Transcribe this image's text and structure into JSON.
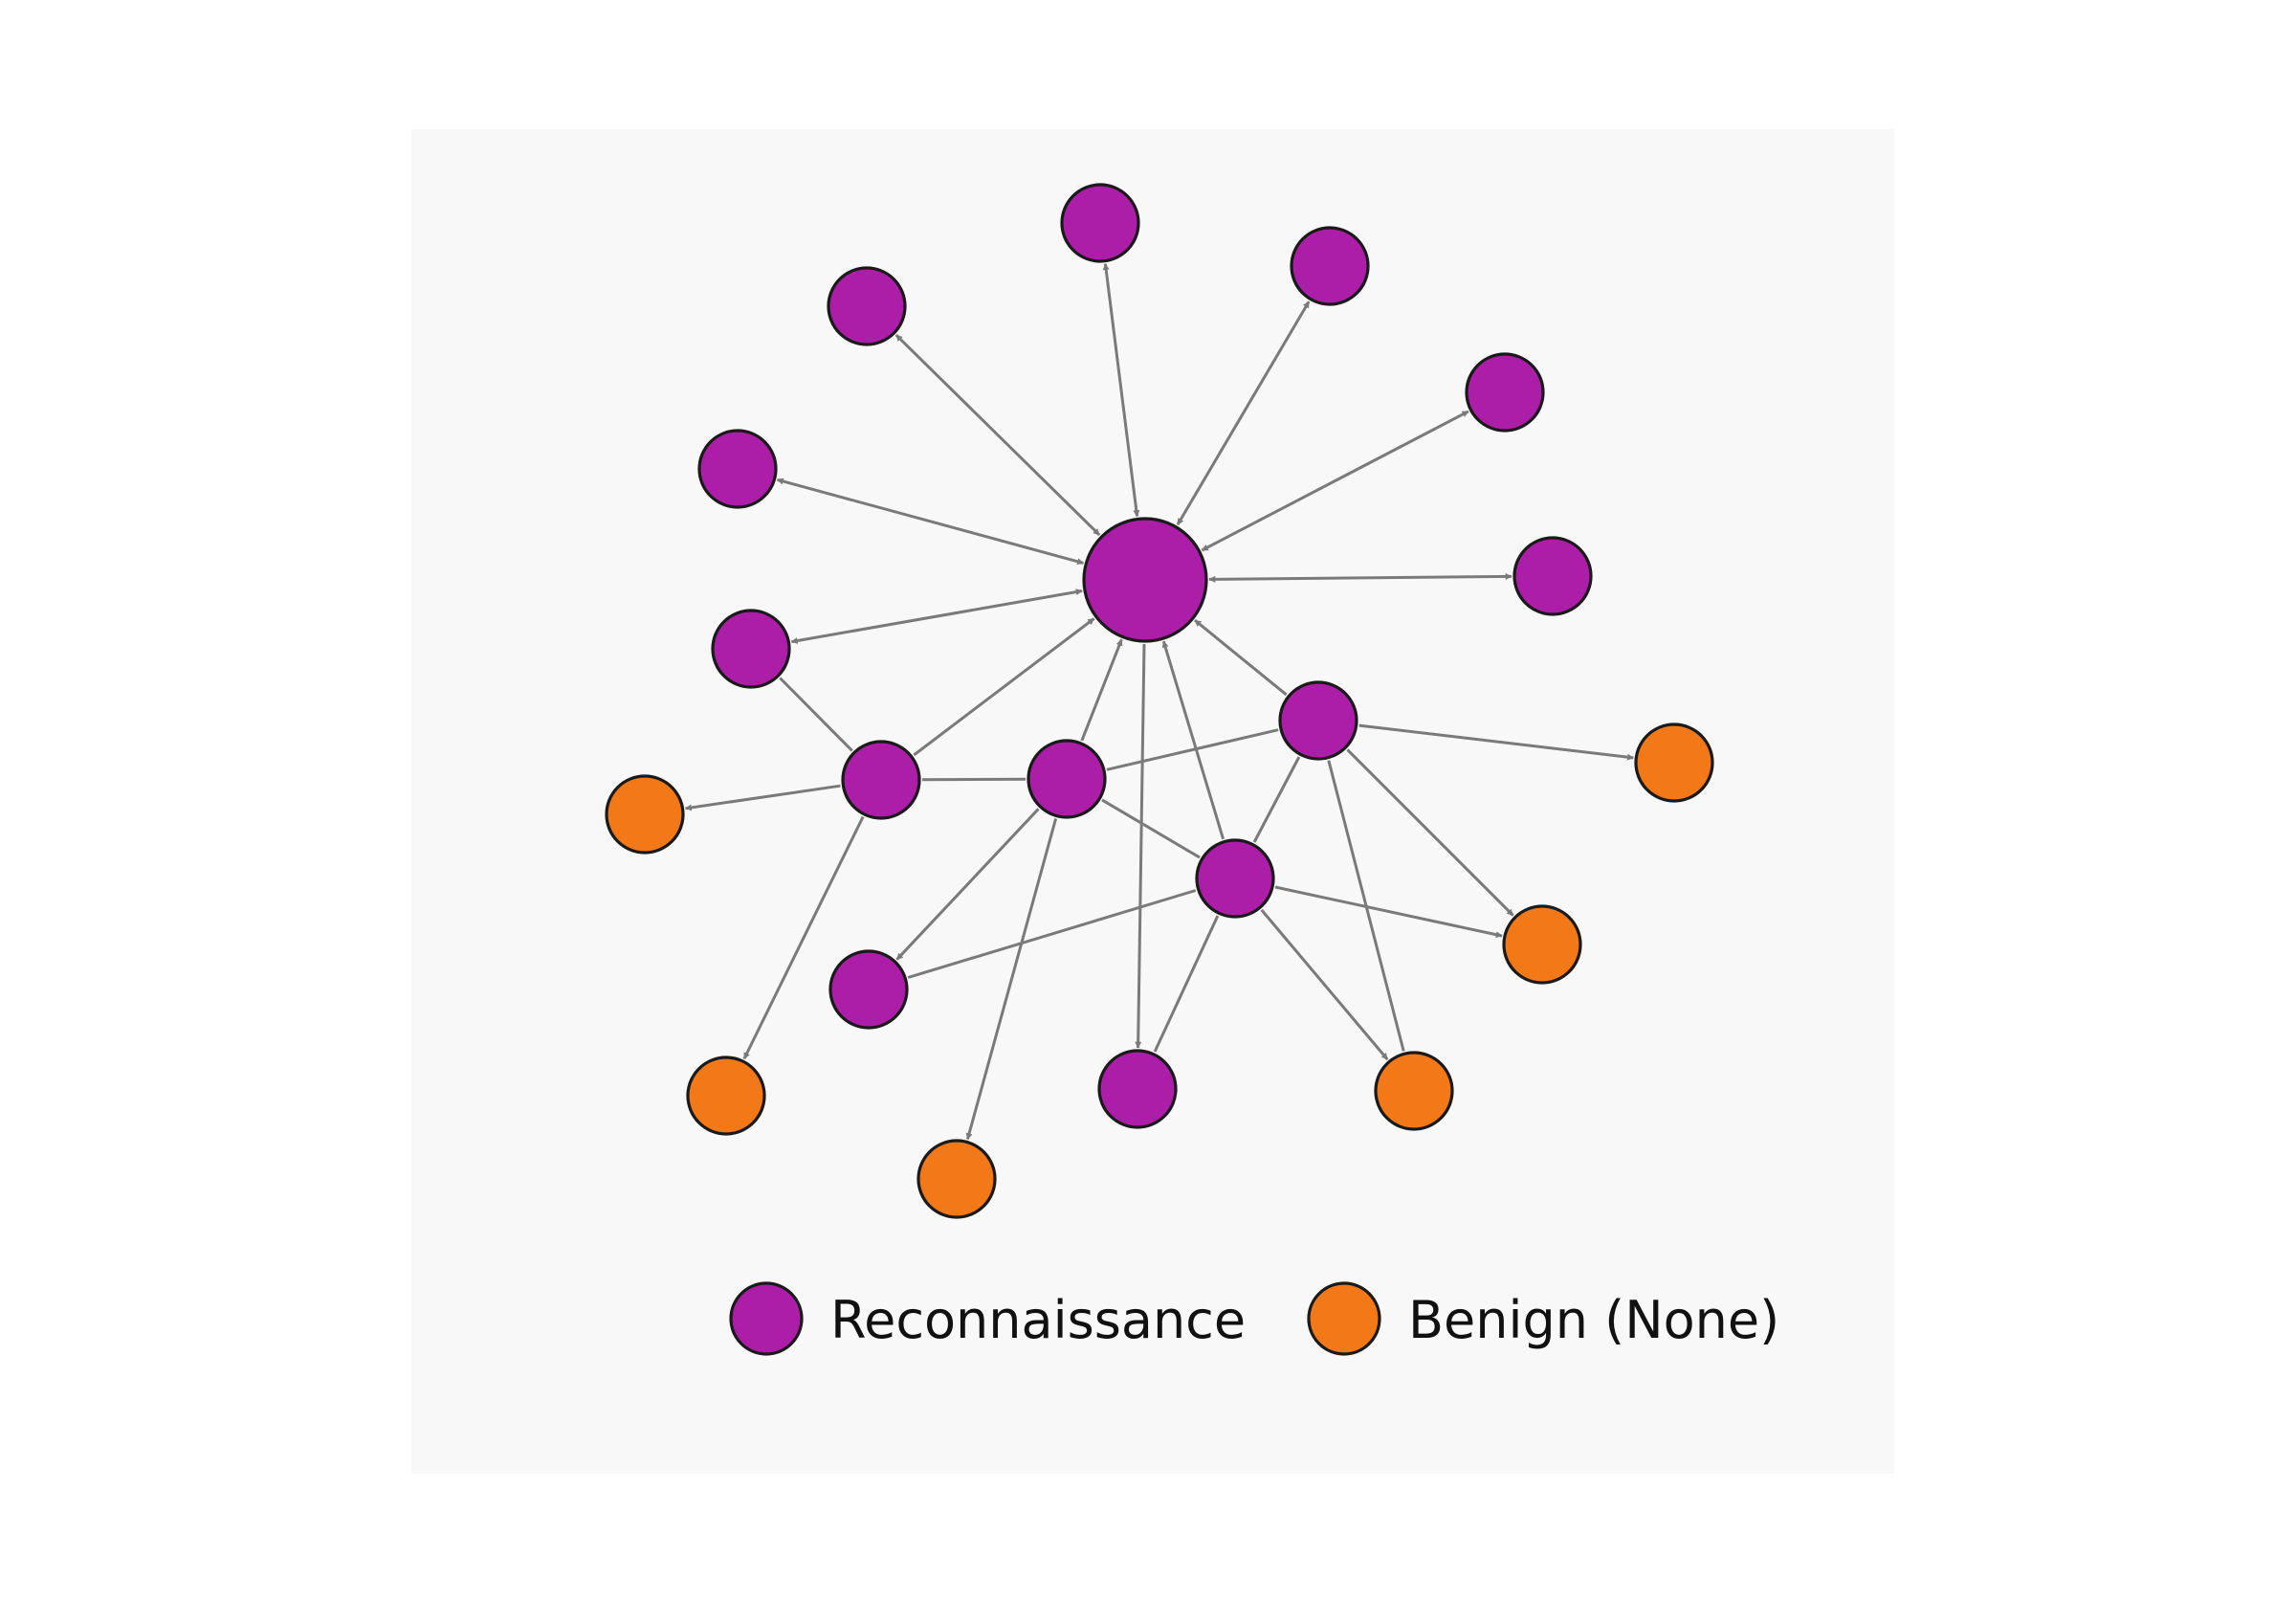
{
  "colors": {
    "background": "#ffffff",
    "panel": "#f8f8f8",
    "edge": "#7a7a7a",
    "node_stroke": "#1a1a1a"
  },
  "categories": {
    "reconnaissance": {
      "label": "Reconnaissance",
      "color": "#ac1ea8"
    },
    "benign": {
      "label": "Benign (None)",
      "color": "#f27818"
    }
  },
  "legend": [
    {
      "key": "reconnaissance",
      "label": "Reconnaissance"
    },
    {
      "key": "benign",
      "label": "Benign (None)"
    }
  ],
  "graph": {
    "nodes": [
      {
        "id": "hub",
        "category": "reconnaissance",
        "size": "large"
      },
      {
        "id": "r_top",
        "category": "reconnaissance"
      },
      {
        "id": "r_top_left",
        "category": "reconnaissance"
      },
      {
        "id": "r_top_right",
        "category": "reconnaissance"
      },
      {
        "id": "r_right_upper",
        "category": "reconnaissance"
      },
      {
        "id": "r_left_upper",
        "category": "reconnaissance"
      },
      {
        "id": "r_right",
        "category": "reconnaissance"
      },
      {
        "id": "r_left",
        "category": "reconnaissance"
      },
      {
        "id": "r_mid_left",
        "category": "reconnaissance"
      },
      {
        "id": "r_mid_center",
        "category": "reconnaissance"
      },
      {
        "id": "r_mid_right",
        "category": "reconnaissance"
      },
      {
        "id": "r_lower_center",
        "category": "reconnaissance"
      },
      {
        "id": "r_lower_left",
        "category": "reconnaissance"
      },
      {
        "id": "r_bottom",
        "category": "reconnaissance"
      },
      {
        "id": "b_left",
        "category": "benign"
      },
      {
        "id": "b_right",
        "category": "benign"
      },
      {
        "id": "b_lower_right",
        "category": "benign"
      },
      {
        "id": "b_bottom_left",
        "category": "benign"
      },
      {
        "id": "b_bottom_center_left",
        "category": "benign"
      },
      {
        "id": "b_bottom_right",
        "category": "benign"
      }
    ],
    "edges": [
      {
        "from": "hub",
        "to": "r_top",
        "direction": "both"
      },
      {
        "from": "hub",
        "to": "r_top_left",
        "direction": "both"
      },
      {
        "from": "hub",
        "to": "r_top_right",
        "direction": "both"
      },
      {
        "from": "hub",
        "to": "r_right_upper",
        "direction": "both"
      },
      {
        "from": "hub",
        "to": "r_left_upper",
        "direction": "both"
      },
      {
        "from": "hub",
        "to": "r_right",
        "direction": "both"
      },
      {
        "from": "hub",
        "to": "r_left",
        "direction": "both"
      },
      {
        "from": "r_mid_left",
        "to": "hub",
        "direction": "forward"
      },
      {
        "from": "r_mid_center",
        "to": "hub",
        "direction": "forward"
      },
      {
        "from": "r_mid_right",
        "to": "hub",
        "direction": "forward"
      },
      {
        "from": "r_lower_center",
        "to": "hub",
        "direction": "forward"
      },
      {
        "from": "hub",
        "to": "r_bottom",
        "direction": "forward"
      },
      {
        "from": "r_left",
        "to": "r_mid_left",
        "direction": "none"
      },
      {
        "from": "r_mid_left",
        "to": "r_mid_center",
        "direction": "none"
      },
      {
        "from": "r_mid_center",
        "to": "r_mid_right",
        "direction": "none"
      },
      {
        "from": "r_mid_center",
        "to": "r_lower_center",
        "direction": "none"
      },
      {
        "from": "r_mid_right",
        "to": "r_lower_center",
        "direction": "none"
      },
      {
        "from": "r_lower_center",
        "to": "r_lower_left",
        "direction": "none"
      },
      {
        "from": "r_lower_center",
        "to": "r_bottom",
        "direction": "none"
      },
      {
        "from": "r_mid_left",
        "to": "b_left",
        "direction": "forward"
      },
      {
        "from": "r_mid_left",
        "to": "b_bottom_left",
        "direction": "forward"
      },
      {
        "from": "r_mid_center",
        "to": "r_lower_left",
        "direction": "forward"
      },
      {
        "from": "r_mid_center",
        "to": "b_bottom_center_left",
        "direction": "forward"
      },
      {
        "from": "r_mid_right",
        "to": "b_right",
        "direction": "forward"
      },
      {
        "from": "r_mid_right",
        "to": "b_lower_right",
        "direction": "forward"
      },
      {
        "from": "r_mid_right",
        "to": "b_bottom_right",
        "direction": "none"
      },
      {
        "from": "r_lower_center",
        "to": "b_lower_right",
        "direction": "forward"
      },
      {
        "from": "r_lower_center",
        "to": "b_bottom_right",
        "direction": "forward"
      }
    ]
  }
}
